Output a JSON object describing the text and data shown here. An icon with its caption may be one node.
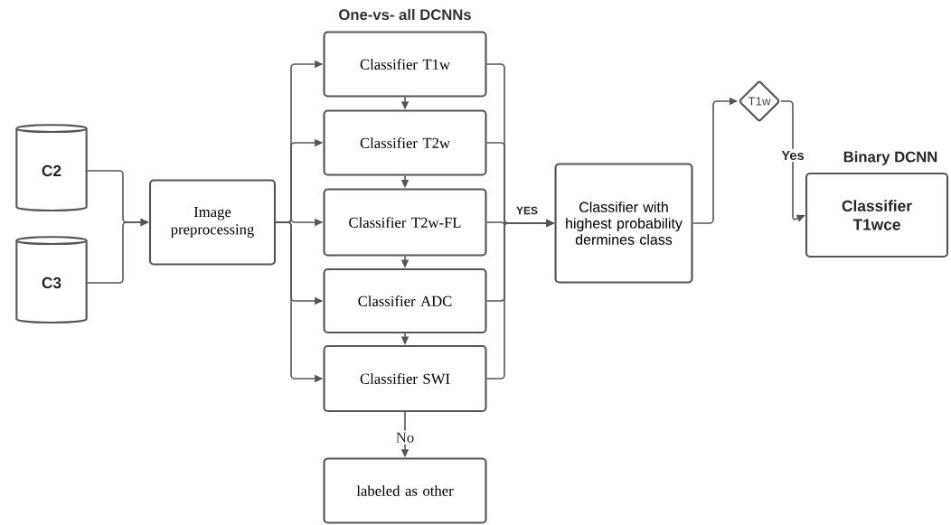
{
  "diagram": {
    "title": "One-vs- all DCNNs",
    "nodes": [
      {
        "text": [
          "C2"
        ]
      },
      {
        "text": [
          "C3"
        ]
      },
      {
        "text": [
          "Image preprocessing"
        ]
      },
      {
        "text": [
          "Classifier T1w"
        ]
      },
      {
        "text": [
          "Classifier T2w"
        ]
      },
      {
        "text": [
          "Classifier T2w-FL"
        ]
      },
      {
        "text": [
          "Classifier ADC"
        ]
      },
      {
        "text": [
          "Classifier SWI"
        ]
      },
      {
        "text": [
          "labeled as other"
        ]
      },
      {
        "text": [
          "Classifier with highest probability dermines class"
        ]
      },
      {
        "text": [
          "T1w"
        ]
      },
      {
        "text": [
          "Binary DCNN",
          "Classifier T1wce"
        ]
      }
    ],
    "edges": [
      {
        "from": 0,
        "to": 2,
        "arrow": "to"
      },
      {
        "from": 1,
        "to": 2,
        "arrow": "to"
      },
      {
        "from": 2,
        "to": 3,
        "arrow": "to"
      },
      {
        "from": 2,
        "to": 4,
        "arrow": "to"
      },
      {
        "from": 2,
        "to": 5,
        "arrow": "to"
      },
      {
        "from": 2,
        "to": 6,
        "arrow": "to"
      },
      {
        "from": 2,
        "to": 7,
        "arrow": "to"
      },
      {
        "from": 3,
        "to": 4,
        "arrow": "to"
      },
      {
        "from": 4,
        "to": 5,
        "arrow": "to"
      },
      {
        "from": 5,
        "to": 6,
        "arrow": "to"
      },
      {
        "from": 6,
        "to": 7,
        "arrow": "to"
      },
      {
        "from": 7,
        "to": 8,
        "label": "No",
        "arrow": "to"
      },
      {
        "from": 3,
        "to": 9,
        "arrow": "to"
      },
      {
        "from": 4,
        "to": 9,
        "arrow": "to"
      },
      {
        "from": 5,
        "to": 9,
        "label": "YES",
        "arrow": "to"
      },
      {
        "from": 6,
        "to": 9,
        "arrow": "to"
      },
      {
        "from": 7,
        "to": 9,
        "arrow": "to"
      },
      {
        "from": 9,
        "to": 10,
        "arrow": "to"
      },
      {
        "from": 10,
        "to": 11,
        "label": "Yes",
        "arrow": "to"
      }
    ]
  }
}
